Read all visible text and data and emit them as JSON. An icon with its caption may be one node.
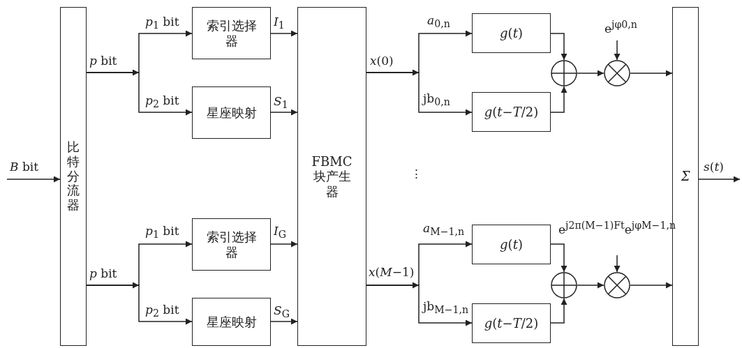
{
  "diagram": {
    "nodes": [
      {
        "text": [
          "比特分流器"
        ]
      },
      {
        "text": [
          "索引选择器"
        ]
      },
      {
        "text": [
          "星座映射"
        ]
      },
      {
        "text": [
          "索引选择器"
        ]
      },
      {
        "text": [
          "星座映射"
        ]
      },
      {
        "text": [
          "FBMC块产生器"
        ]
      },
      {
        "text": [
          "*g*(*t*)"
        ]
      },
      {
        "text": [
          "*g*(*t*−*T*/2)"
        ]
      },
      {
        "text": [],
        "shape": "circle"
      },
      {
        "text": [],
        "shape": "circle"
      },
      {
        "text": [
          "*g*(*t*)"
        ]
      },
      {
        "text": [
          "*g*(*t*−*T*/2)"
        ]
      },
      {
        "text": [],
        "shape": "circle"
      },
      {
        "text": [],
        "shape": "circle"
      },
      {
        "text": [
          "*Σ*"
        ]
      }
    ],
    "edges": [
      {
        "from": null,
        "to": 0,
        "arrow": "to",
        "label": "*B* bit"
      },
      {
        "from": 0,
        "to": 1,
        "arrow": "to",
        "label": "*p*$_{1}$ bit"
      },
      {
        "from": 0,
        "to": 2,
        "arrow": "to",
        "label": "*p*$_{2}$ bit"
      },
      {
        "from": 0,
        "to": 3,
        "arrow": "to",
        "label": "*p*$_{1}$ bit"
      },
      {
        "from": 0,
        "to": 4,
        "arrow": "to",
        "label": "*p*$_{2}$ bit"
      },
      {
        "from": 1,
        "to": 5,
        "arrow": "to",
        "label": "*I*$_{1}$"
      },
      {
        "from": 2,
        "to": 5,
        "arrow": "to",
        "label": "*S*$_{1}$"
      },
      {
        "from": 3,
        "to": 5,
        "arrow": "to",
        "label": "*I*$_{G}$"
      },
      {
        "from": 4,
        "to": 5,
        "arrow": "to",
        "label": "*S*$_{G}$"
      },
      {
        "from": 5,
        "to": 6,
        "arrow": "to",
        "label": "*a*$_{0,n}$"
      },
      {
        "from": 5,
        "to": 7,
        "arrow": "to",
        "label": "jb$_{0,n}$"
      },
      {
        "from": 6,
        "to": 8,
        "arrow": "to"
      },
      {
        "from": 7,
        "to": 8,
        "arrow": "to"
      },
      {
        "from": 8,
        "to": 9,
        "arrow": "to"
      },
      {
        "from": null,
        "to": 9,
        "arrow": "to",
        "label": "e$^{jφ0,n}$"
      },
      {
        "from": 9,
        "to": 14,
        "arrow": "to"
      },
      {
        "from": 5,
        "to": 10,
        "arrow": "to",
        "label": "*a*$_{M−1,n}$"
      },
      {
        "from": 5,
        "to": 11,
        "arrow": "to",
        "label": "jb$_{M−1,n}$"
      },
      {
        "from": 10,
        "to": 12,
        "arrow": "to"
      },
      {
        "from": 11,
        "to": 12,
        "arrow": "to"
      },
      {
        "from": 12,
        "to": 13,
        "arrow": "to"
      },
      {
        "from": null,
        "to": 13,
        "arrow": "to",
        "label": "e$^{j2π(M−1)Ft}$e$^{jφM−1,n}$"
      },
      {
        "from": 13,
        "to": 14,
        "arrow": "to"
      },
      {
        "from": 14,
        "to": null,
        "arrow": "to",
        "label": "*s*(*t*)"
      }
    ],
    "labels": [
      "*p* bit",
      "*x*(0)",
      "⋮",
      "*p* bit",
      "*x*(*M*−1)"
    ]
  }
}
